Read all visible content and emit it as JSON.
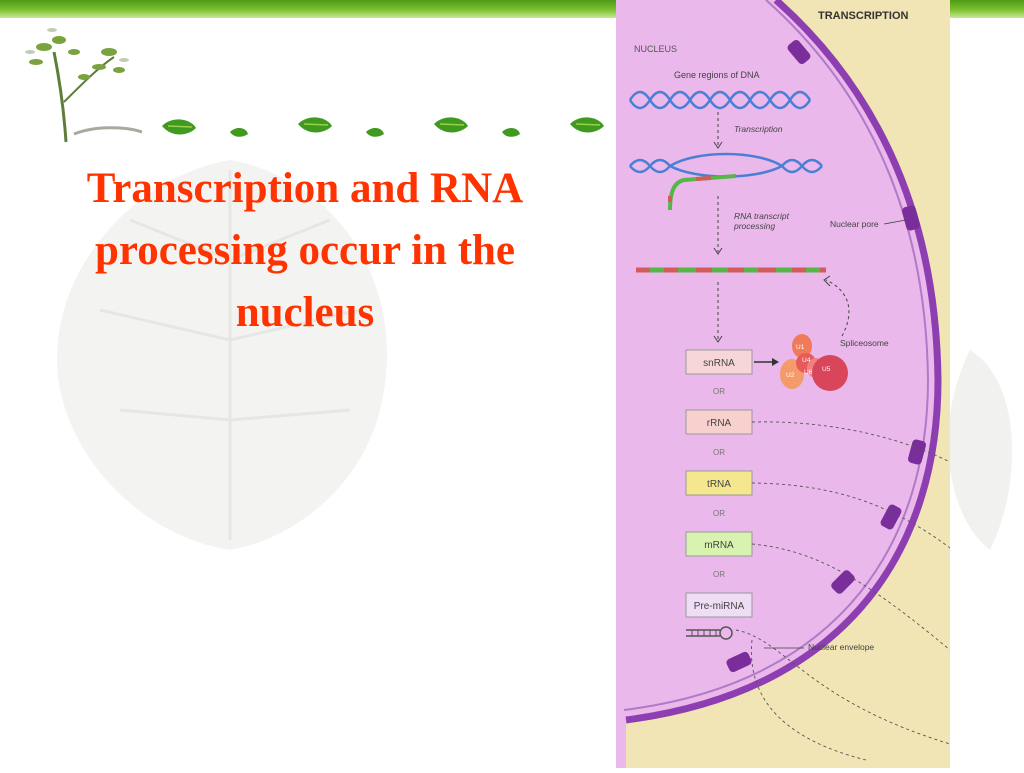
{
  "slide": {
    "title_lines": [
      "Transcription and RNA",
      "processing occur in the",
      "nucleus"
    ]
  },
  "figure": {
    "header": "TRANSCRIPTION",
    "nucleus_label": "NUCLEUS",
    "gene_regions_label": "Gene regions of DNA",
    "transcription_label": "Transcription",
    "rna_processing_label": [
      "RNA transcript",
      "processing"
    ],
    "nuclear_pore_label": "Nuclear pore",
    "spliceosome_label": "Spliceosome",
    "spliceosome_parts": [
      "U1",
      "U4",
      "U6",
      "U2",
      "U5"
    ],
    "rna_types": [
      "snRNA",
      "rRNA",
      "tRNA",
      "mRNA",
      "Pre-miRNA"
    ],
    "separator": "OR",
    "nuclear_envelope_label": "Nuclear envelope"
  },
  "colors": {
    "title": "#ff3300",
    "nucleus_fill": "#eab8ea",
    "cytoplasm_fill": "#f1e4b5",
    "envelope": "#8d3fb1",
    "dna_blue": "#4a7fd6",
    "rna_green": "#56b648",
    "rna_red": "#d35b5b",
    "snrna_box": "#f6d6d6",
    "rrna_box": "#f8d1cf",
    "trna_box": "#f4e78d",
    "mrna_box": "#d8f2b0",
    "premirna_box": "#efdcf5"
  }
}
